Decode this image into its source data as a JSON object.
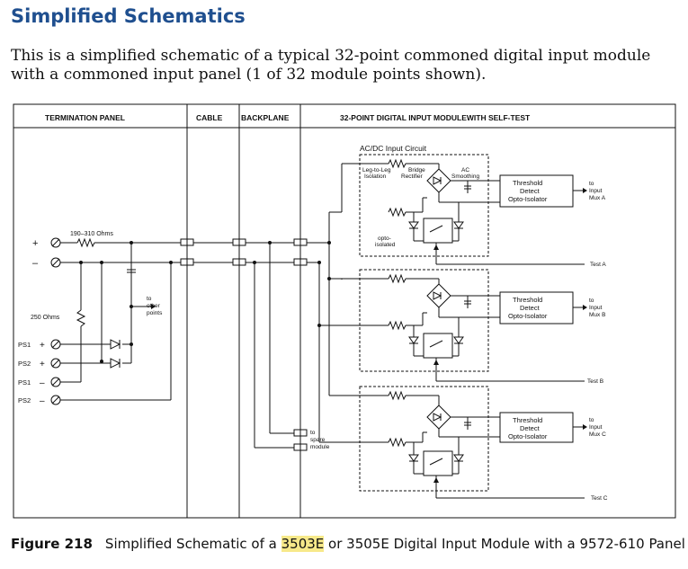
{
  "heading": "Simplified Schematics",
  "intro": "This is a simplified schematic of a typical 32-point commoned digital input module with a commoned input panel (1 of 32 module points shown).",
  "diagram": {
    "sections": {
      "termination": "TERMINATION PANEL",
      "cable": "CABLE",
      "backplane": "BACKPLANE",
      "module": "32-POINT DIGITAL INPUT MODULEWITH SELF-TEST"
    },
    "input_circuit": "AC/DC Input Circuit",
    "leg_isolation": [
      "Leg-to-Leg",
      "Isolation"
    ],
    "bridge_rectifier": [
      "Bridge",
      "Rectifier"
    ],
    "ac_smoothing": [
      "AC",
      "Smoothing"
    ],
    "opto_isolated": [
      "opto-",
      "isolated"
    ],
    "threshold": [
      "Threshold",
      "Detect",
      "Opto-Isolator"
    ],
    "input_mux": [
      [
        "to",
        "Input",
        "Mux A"
      ],
      [
        "to",
        "Input",
        "Mux B"
      ],
      [
        "to",
        "Input",
        "Mux C"
      ]
    ],
    "tests": [
      "Test A",
      "Test B",
      "Test C"
    ],
    "resistor_top": "190–310 Ohms",
    "resistor_left": "250 Ohms",
    "plus": "+",
    "minus": "–",
    "to_other_points": [
      "to",
      "other",
      "points"
    ],
    "to_spare_module": [
      "to",
      "spare",
      "module"
    ],
    "ps": [
      {
        "name": "PS1",
        "sign": "+"
      },
      {
        "name": "PS2",
        "sign": "+"
      },
      {
        "name": "PS1",
        "sign": "–"
      },
      {
        "name": "PS2",
        "sign": "–"
      }
    ]
  },
  "caption": {
    "figure": "Figure 218",
    "pre": "Simplified Schematic of a ",
    "highlight": "3503E",
    "post": " or 3505E Digital Input Module with a 9572-610 Panel"
  }
}
